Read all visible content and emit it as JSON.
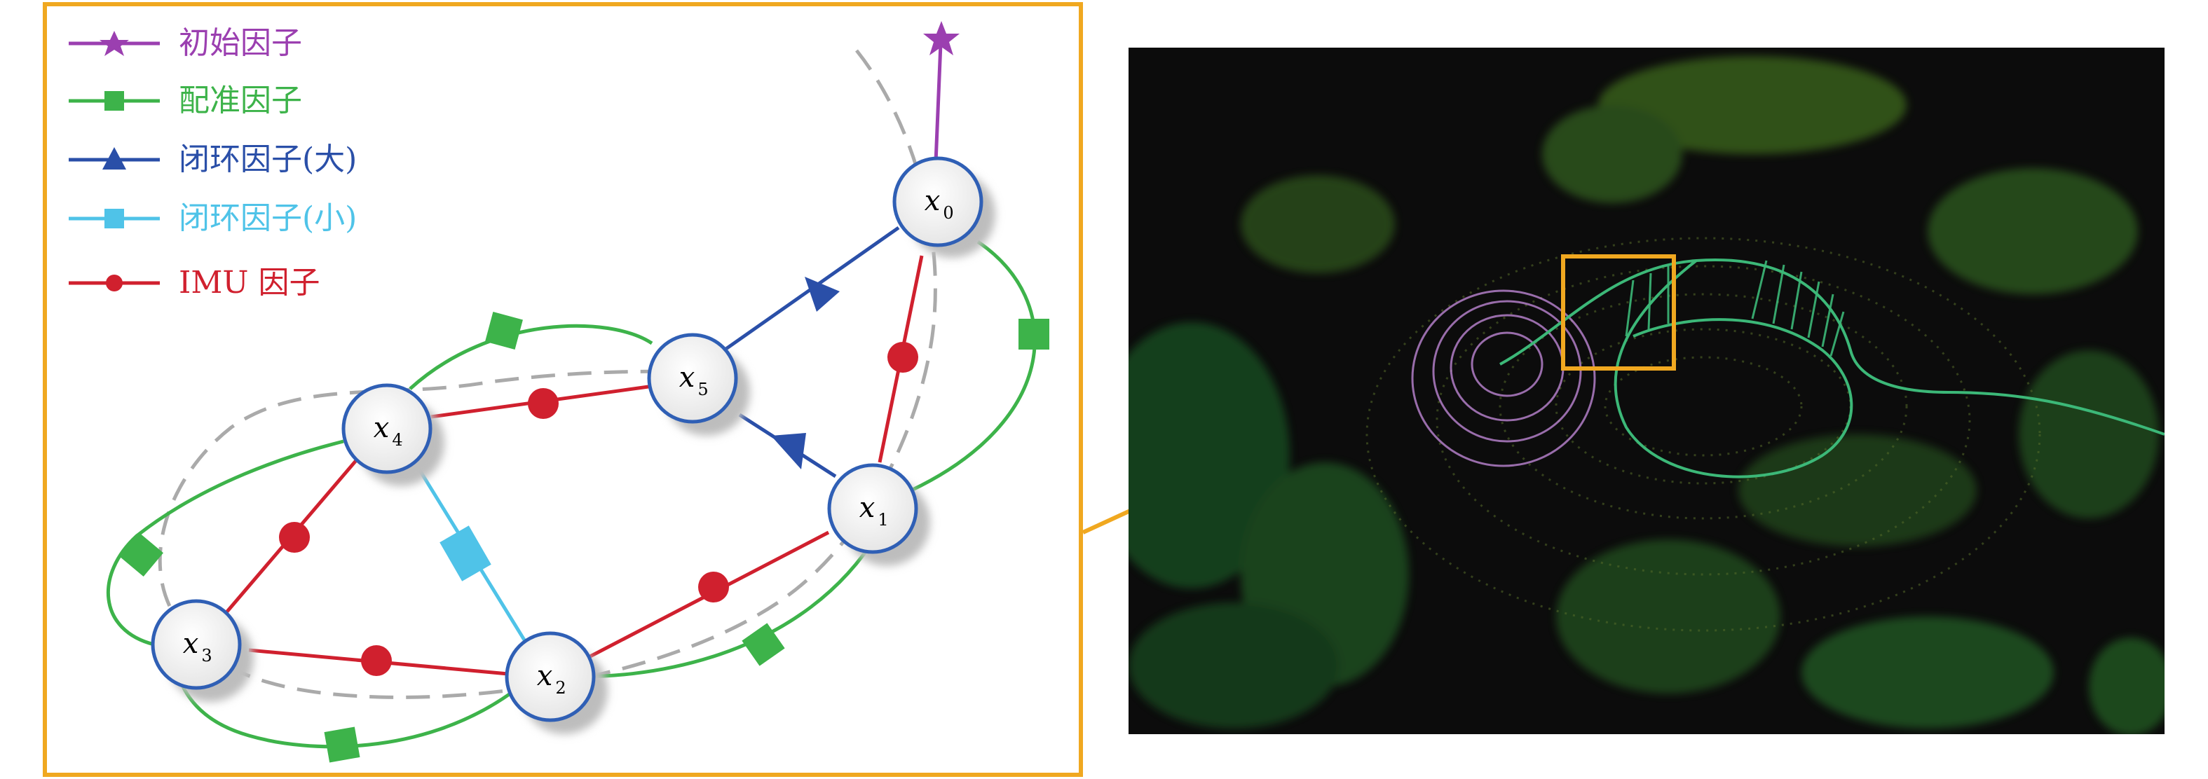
{
  "legend": {
    "items": [
      {
        "label": "初始因子",
        "color": "#9b3fb0",
        "marker": "star-icon"
      },
      {
        "label": "配准因子",
        "color": "#3db34a",
        "marker": "square-icon"
      },
      {
        "label": "闭环因子(大)",
        "color": "#2a4fa8",
        "marker": "triangle-icon"
      },
      {
        "label": "闭环因子(小)",
        "color": "#4fc3e8",
        "marker": "square-icon"
      },
      {
        "label": "IMU 因子",
        "color": "#d0202e",
        "marker": "circle-icon"
      }
    ]
  },
  "nodes": [
    {
      "id": "x0",
      "var": "x",
      "sub": "0"
    },
    {
      "id": "x1",
      "var": "x",
      "sub": "1"
    },
    {
      "id": "x2",
      "var": "x",
      "sub": "2"
    },
    {
      "id": "x3",
      "var": "x",
      "sub": "3"
    },
    {
      "id": "x4",
      "var": "x",
      "sub": "4"
    },
    {
      "id": "x5",
      "var": "x",
      "sub": "5"
    }
  ],
  "colors": {
    "frame": "#f0a820",
    "node_stroke": "#2f5fb5",
    "node_fill": "#eeeeee",
    "node_shadow": "#bdbdbd",
    "trajectory": "#aaaaaa",
    "map_background": "#0c0c0c",
    "map_trajectory": "#3cb878",
    "map_loop": "#c88ee0"
  }
}
